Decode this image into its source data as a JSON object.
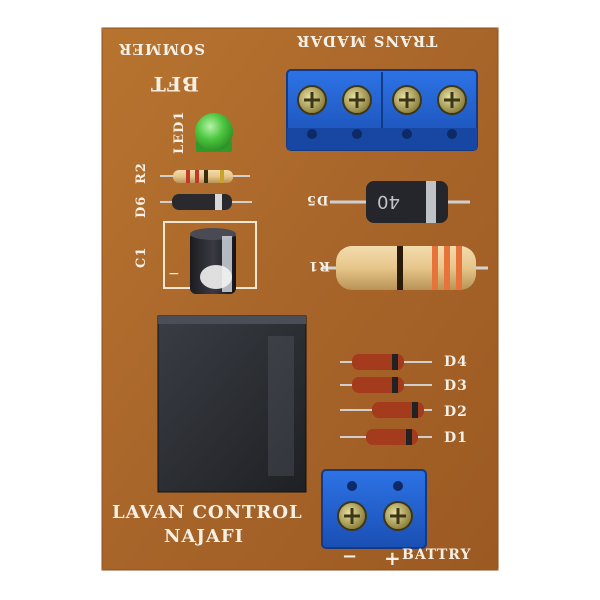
{
  "board": {
    "mirrored_labels": {
      "brand": "BFT",
      "model": "SOMMER",
      "output": "TRANS MADAR"
    },
    "components": {
      "led": "LED1",
      "resistor_small": "R2",
      "diode_small": "D6",
      "capacitor": "C1",
      "diode_power": "D5",
      "resistor_power": "R1",
      "bridge": [
        "D4",
        "D3",
        "D2",
        "D1"
      ]
    },
    "maker_line1": "LAVAN CONTROL",
    "maker_line2": "NAJAFI",
    "battery_label": "BATTRY",
    "minus_sign": "−",
    "plus_sign": "+",
    "cap_minus": "−",
    "diode_marking": "40"
  },
  "colors": {
    "pcb": "#b06a2a",
    "terminal": "#1f5fd1",
    "relay": "#2a2c31",
    "led": "#43c23a"
  }
}
